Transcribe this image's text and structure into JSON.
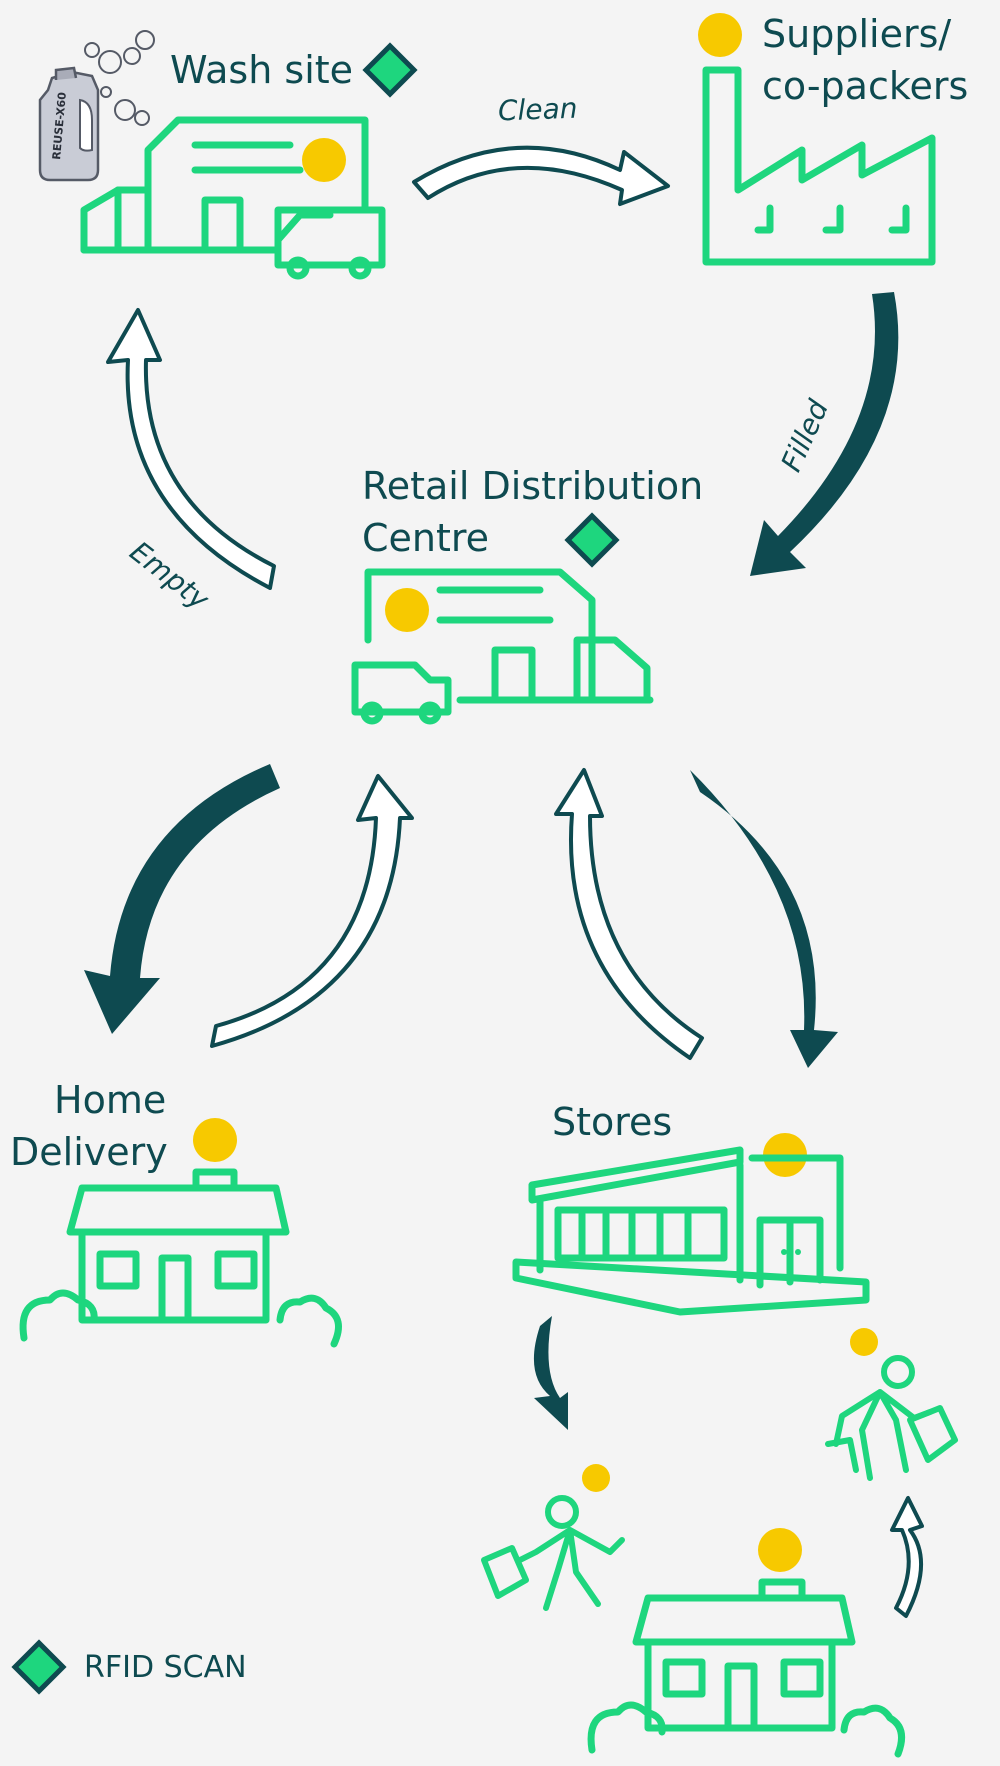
{
  "nodes": {
    "wash_site": {
      "label": "Wash site"
    },
    "suppliers": {
      "label_line1": "Suppliers/",
      "label_line2": "co-packers"
    },
    "rdc": {
      "label_line1": "Retail Distribution",
      "label_line2": "Centre"
    },
    "home_delivery": {
      "label_line1": "Home",
      "label_line2": "Delivery"
    },
    "stores": {
      "label": "Stores"
    }
  },
  "bottle_label": "REUSE-X60",
  "flows": {
    "clean": "Clean",
    "filled": "Filled",
    "empty": "Empty"
  },
  "legend": {
    "label": "RFID SCAN",
    "icon": "diamond-icon"
  },
  "colors": {
    "background": "#f4f4f4",
    "icon_green": "#1ed67e",
    "dark_teal": "#0e4a50",
    "dot_yellow": "#f7c900",
    "diamond_fill": "#1ed67e"
  }
}
